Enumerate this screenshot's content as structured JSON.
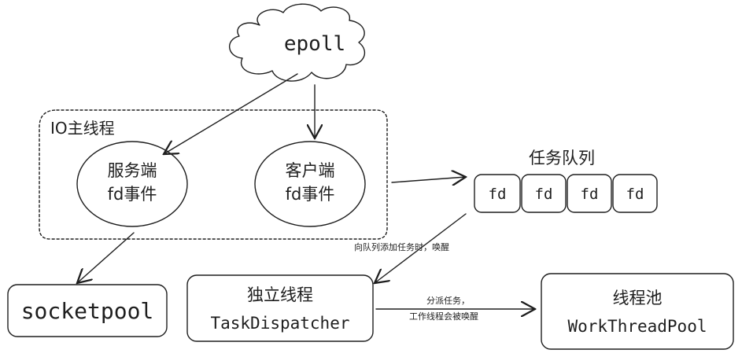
{
  "colors": {
    "stroke": "#1e1e1e",
    "background": "#ffffff"
  },
  "epoll": {
    "label": "epoll",
    "shape": "cloud"
  },
  "io_thread": {
    "title": "IO主线程",
    "server_event": {
      "line1": "服务端",
      "line2": "fd事件"
    },
    "client_event": {
      "line1": "客户端",
      "line2": "fd事件"
    }
  },
  "task_queue": {
    "title": "任务队列",
    "items": [
      "fd",
      "fd",
      "fd",
      "fd"
    ]
  },
  "socketpool": {
    "label": "socketpool"
  },
  "dispatcher": {
    "line1": "独立线程",
    "line2": "TaskDispatcher"
  },
  "worker_pool": {
    "line1": "线程池",
    "line2": "WorkThreadPool"
  },
  "edge_labels": {
    "queue_to_dispatcher": "向队列添加任务时，唤醒",
    "dispatcher_to_pool_line1": "分派任务，",
    "dispatcher_to_pool_line2": "工作线程会被唤醒"
  }
}
